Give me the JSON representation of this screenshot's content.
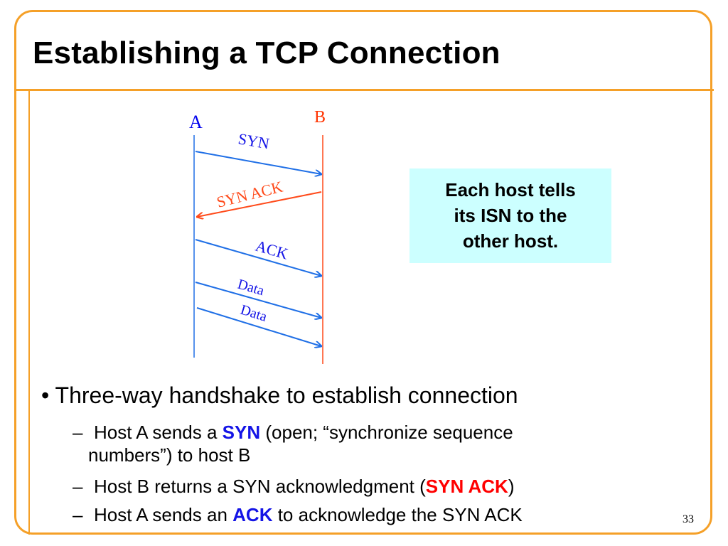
{
  "slide": {
    "title": "Establishing a TCP Connection",
    "page_number": "33"
  },
  "diagram": {
    "hosts": [
      {
        "name": "A",
        "color": "#0000ee"
      },
      {
        "name": "B",
        "color": "#ff3300"
      }
    ],
    "messages": [
      {
        "label": "SYN",
        "from": "A",
        "to": "B",
        "color": "#1f6fe6"
      },
      {
        "label": "SYN ACK",
        "from": "B",
        "to": "A",
        "color": "#ff4a1a"
      },
      {
        "label": "ACK",
        "from": "A",
        "to": "B",
        "color": "#1f6fe6"
      },
      {
        "label": "Data",
        "from": "A",
        "to": "B",
        "color": "#1f6fe6"
      },
      {
        "label": "Data",
        "from": "A",
        "to": "B",
        "color": "#1f6fe6"
      }
    ]
  },
  "callout": {
    "lines": [
      "Each host tells",
      "its ISN to the",
      "other host."
    ],
    "background": "#ccffff"
  },
  "bullets": {
    "main": "• Three-way handshake to establish connection",
    "dash": "–",
    "sub1": {
      "pre": "Host A sends a ",
      "key": "SYN",
      "mid": " (open; “synchronize sequence",
      "line2": "numbers”) to host B"
    },
    "sub2": {
      "pre": "Host B returns a SYN acknowledgment (",
      "key": "SYN ACK",
      "post": ")"
    },
    "sub3": {
      "pre": "Host A sends an ",
      "key": "ACK",
      "post": " to acknowledge the SYN ACK"
    }
  },
  "colors": {
    "frame": "#f5a028",
    "key_blue": "#1414e6",
    "key_red": "#ff0000"
  }
}
